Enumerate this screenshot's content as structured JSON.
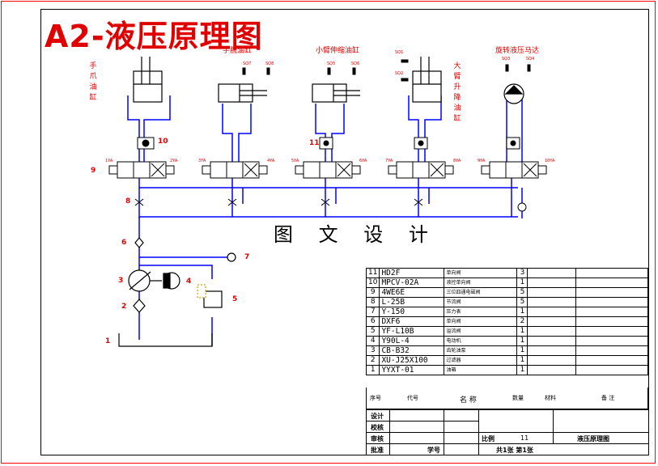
{
  "title": "A2-液压原理图",
  "drawing_title": "图 文 设 计",
  "cylinders": [
    {
      "label": "手爪油缸",
      "num": "9"
    },
    {
      "label": "手腕油缸"
    },
    {
      "label": "小臂伸缩油缸",
      "num": "11"
    },
    {
      "label": "大臂升降油缸"
    },
    {
      "label": "旋转液压马达"
    }
  ],
  "component_numbers": {
    "n1": "1",
    "n2": "2",
    "n3": "3",
    "n4": "4",
    "n5": "5",
    "n6": "6",
    "n7": "7",
    "n8": "8",
    "n10": "10"
  },
  "sensor_labels": [
    "SQ7",
    "SQ8",
    "SQ5",
    "SQ6",
    "SQ1",
    "SQ2",
    "SQ3",
    "SQ4"
  ],
  "solenoid_labels": [
    "1YA",
    "2YA",
    "3YA",
    "4YA",
    "5YA",
    "6YA",
    "7YA",
    "8YA",
    "9YA",
    "10YA"
  ],
  "bom": {
    "rows": [
      {
        "no": "11",
        "code": "HD2F",
        "name": "单向阀",
        "qty": "3"
      },
      {
        "no": "10",
        "code": "MPCV-02A",
        "name": "液控单向阀",
        "qty": "1"
      },
      {
        "no": "9",
        "code": "4WE6E",
        "name": "三位四通电磁阀",
        "qty": "5"
      },
      {
        "no": "8",
        "code": "L-25B",
        "name": "节流阀",
        "qty": "5"
      },
      {
        "no": "7",
        "code": "Y-150",
        "name": "压力表",
        "qty": "1"
      },
      {
        "no": "6",
        "code": "DXF6",
        "name": "单向阀",
        "qty": "2"
      },
      {
        "no": "5",
        "code": "YF-L10B",
        "name": "溢流阀",
        "qty": "1"
      },
      {
        "no": "4",
        "code": "Y90L-4",
        "name": "电动机",
        "qty": "1"
      },
      {
        "no": "3",
        "code": "CB-B32",
        "name": "齿轮油泵",
        "qty": "1"
      },
      {
        "no": "2",
        "code": "XU-J25X100",
        "name": "过滤器",
        "qty": "1"
      },
      {
        "no": "1",
        "code": "YYXT-01",
        "name": "油箱",
        "qty": "1"
      }
    ],
    "header": {
      "no": "序号",
      "code": "代号",
      "name": "名 称",
      "qty": "数量",
      "material": "材料",
      "remark": "备 注"
    }
  },
  "title_block": {
    "design": "设计",
    "check": "校核",
    "review": "审核",
    "approve": "批准",
    "student_no": "学号",
    "scale_label": "比例",
    "scale_value": "11",
    "drawing_name": "液压原理图",
    "sheets": "共1张 第1张"
  },
  "colors": {
    "frame": "#ff0000",
    "pipe": "#0000ff",
    "label": "#e00000",
    "line": "#000000"
  }
}
